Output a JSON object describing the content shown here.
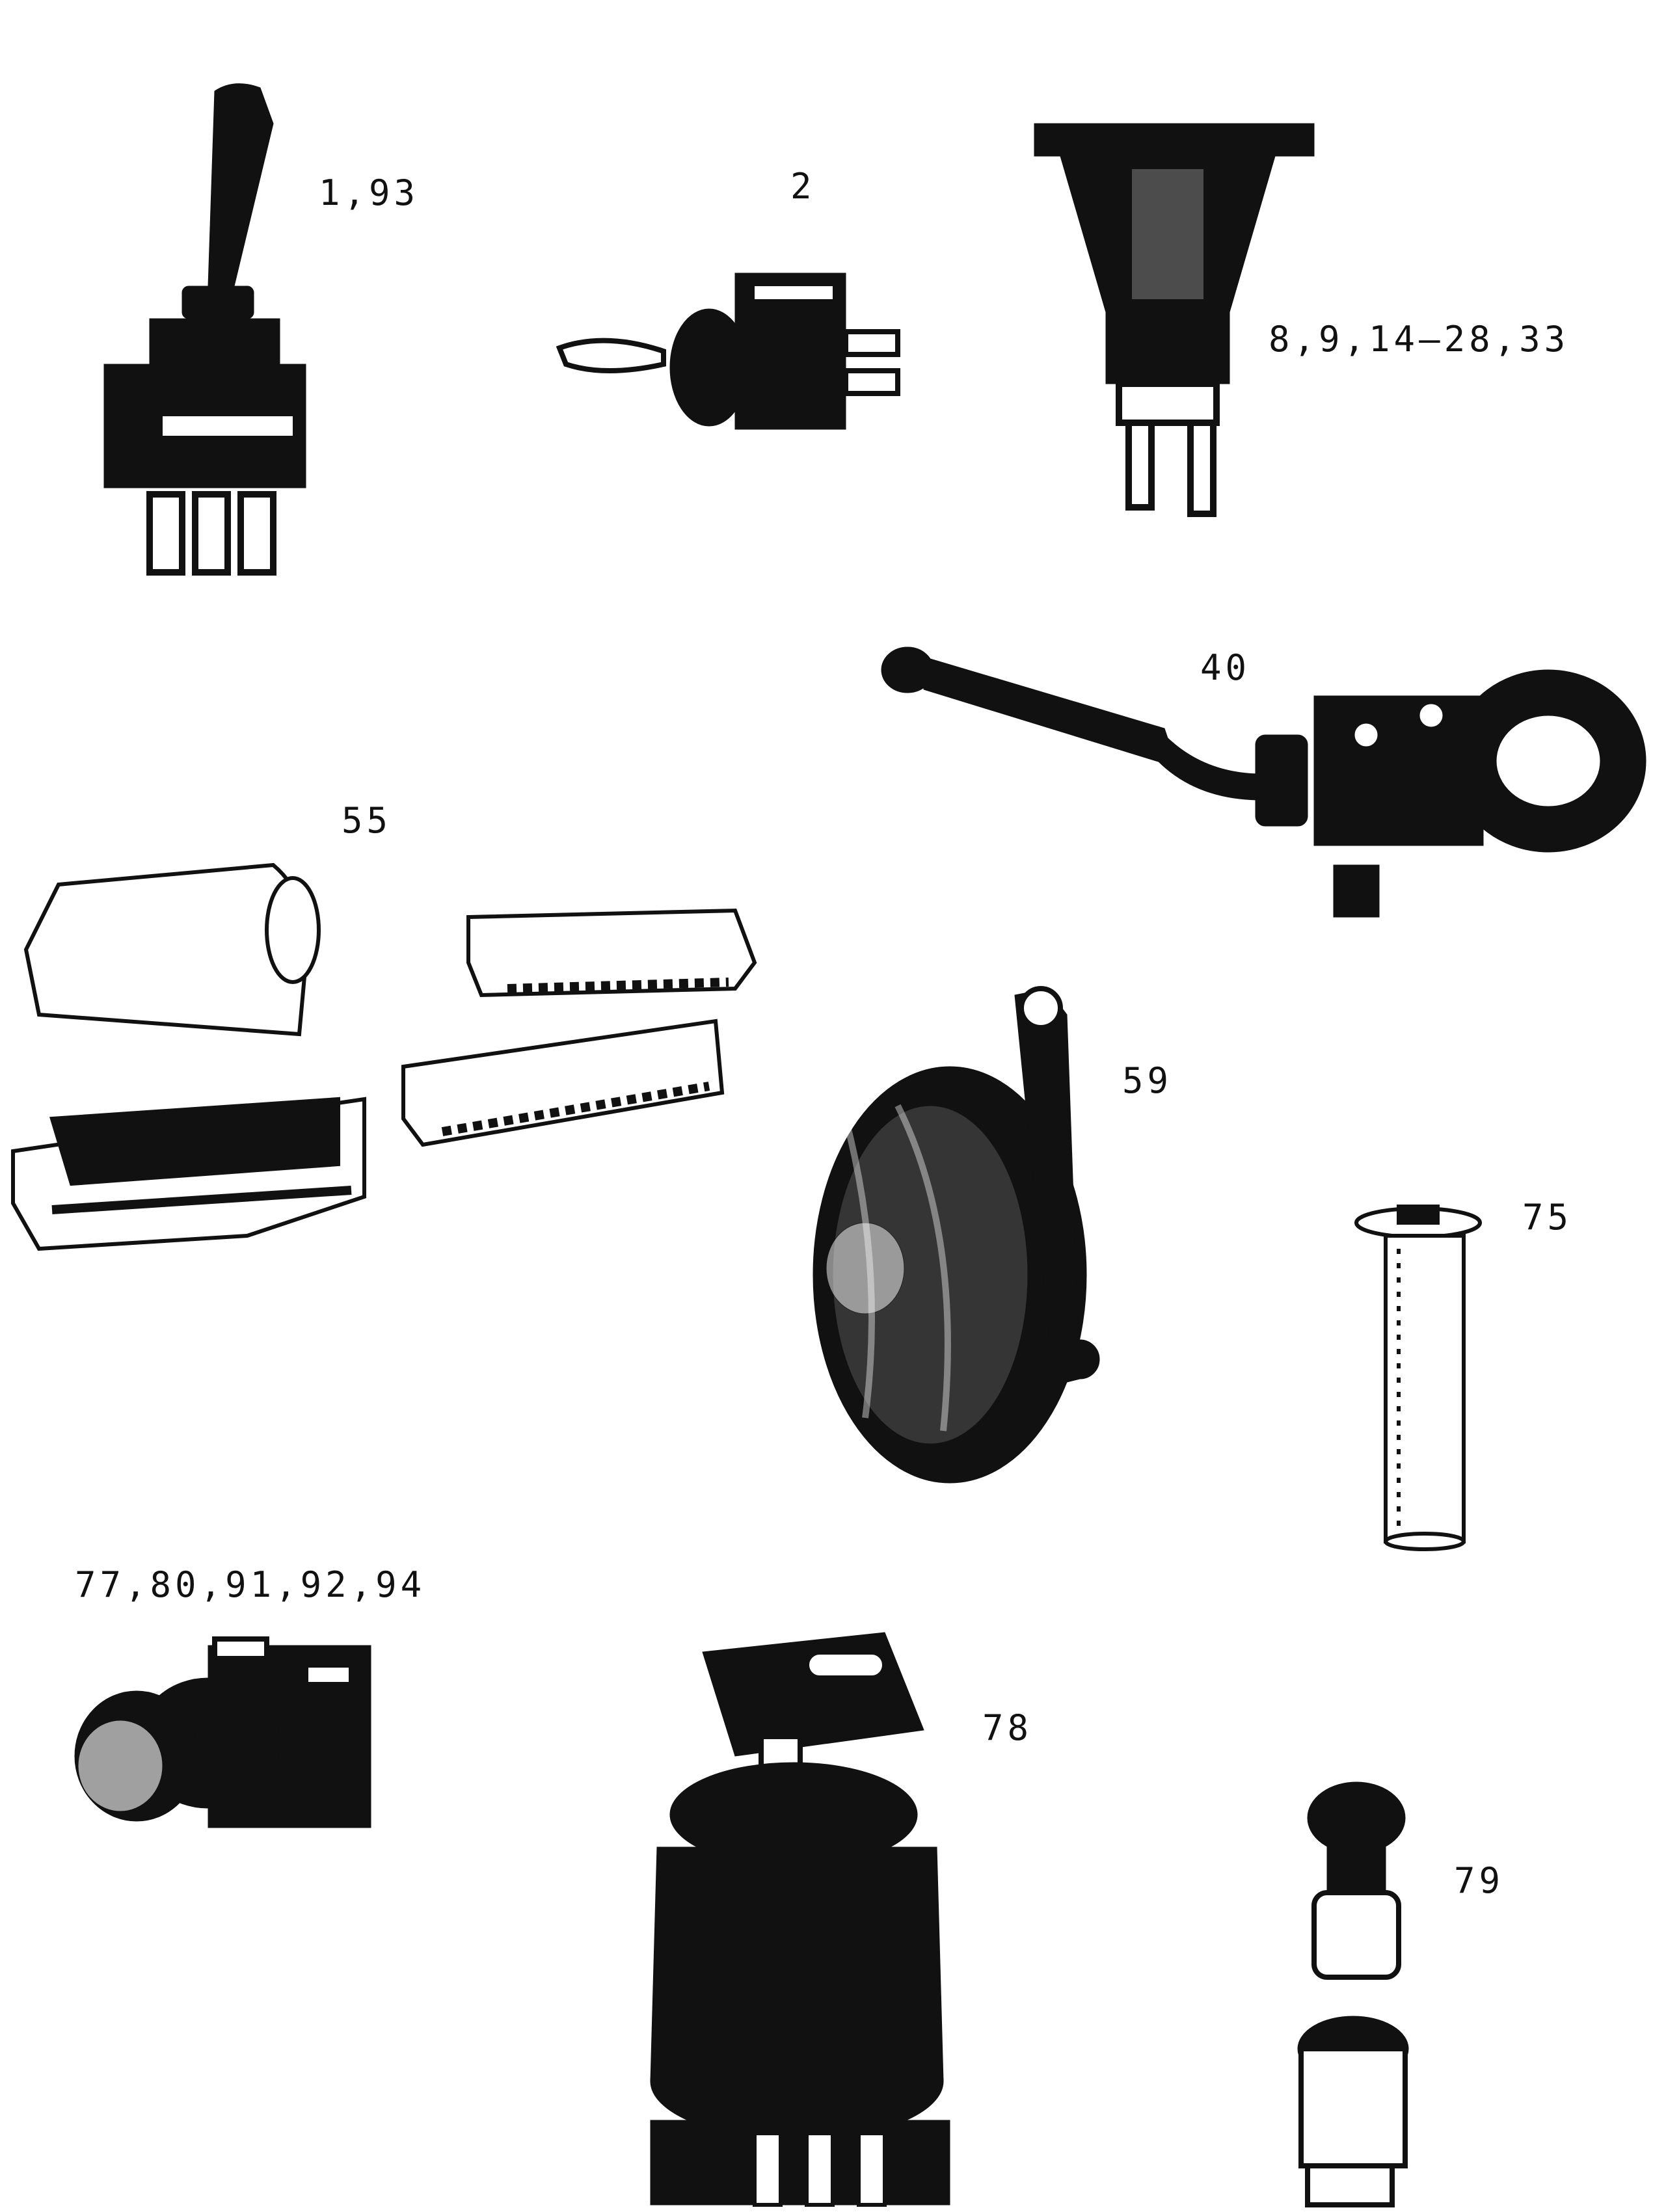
{
  "labels": {
    "toggle_switch": "1,93",
    "small_toggle": "2",
    "rocker_switch": "8,9,14–28,33",
    "stalk_switch": "40",
    "connector": "55",
    "horn": "59",
    "sender_tube": "75",
    "push_switch": "77,80,91,92,94",
    "ignition_switch": "78",
    "cigar_lighter": "79"
  },
  "colors": {
    "ink": "#111111",
    "paper": "#ffffff",
    "mid": "#555555"
  }
}
